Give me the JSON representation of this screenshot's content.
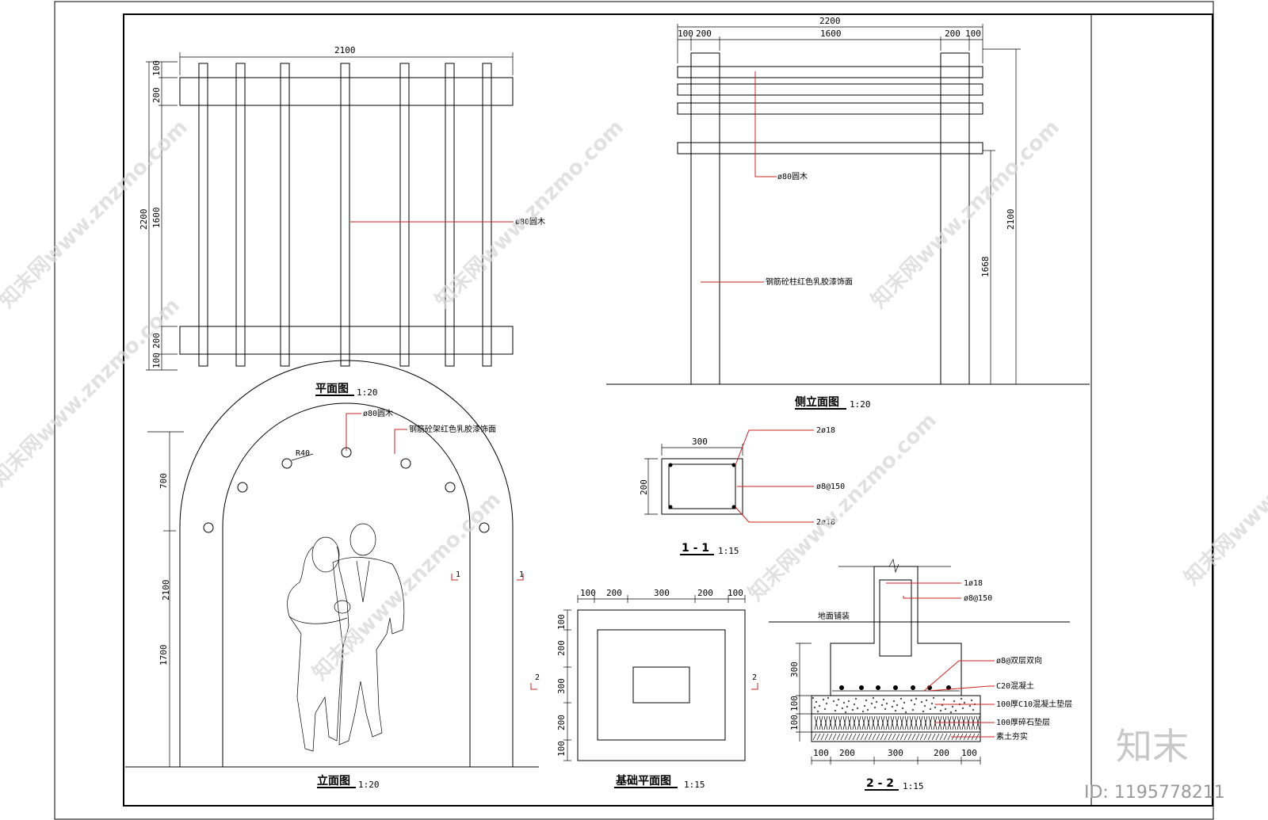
{
  "plan": {
    "title": "平面图",
    "scale": "1:20",
    "width_dim": "2100",
    "depth_dim": "2200",
    "dim_100a": "100",
    "dim_200a": "200",
    "dim_1600": "1600",
    "dim_200b": "200",
    "dim_100b": "100",
    "note": "ø80圆木"
  },
  "side": {
    "title": "侧立面图",
    "scale": "1:20",
    "total_dim": "2200",
    "dim_100a": "100",
    "dim_200a": "200",
    "dim_1600": "1600",
    "dim_200b": "200",
    "dim_100b": "100",
    "height_dim": "2100",
    "clear_dim": "1668",
    "note_timber": "ø80圆木",
    "note_column": "钢筋砼柱红色乳胶漆饰面"
  },
  "front": {
    "title": "立面图",
    "scale": "1:20",
    "height_dim": "2100",
    "dim_700": "700",
    "dim_1700": "1700",
    "note_timber": "ø80圆木",
    "note_frame": "钢筋砼架红色乳胶漆饰面",
    "radius_label": "R40",
    "section_mark_1": "1",
    "section_mark_2": "2"
  },
  "sec11": {
    "title": "1 - 1",
    "scale": "1:15",
    "width_dim": "300",
    "height_dim": "200",
    "top_bar": "2ø18",
    "stirrup": "ø8@150",
    "bottom_bar": "2ø18"
  },
  "fp": {
    "title": "基础平面图",
    "scale": "1:15",
    "d100a": "100",
    "d200a": "200",
    "d300": "300",
    "d200b": "200",
    "d100b": "100"
  },
  "sec22": {
    "title": "2 - 2",
    "scale": "1:15",
    "d300": "300",
    "d100a": "100",
    "d100b": "100",
    "b200a": "200",
    "b200b": "200",
    "ground": "地面铺装",
    "note_rebar": "1ø18",
    "note_stirrup": "ø8@150",
    "note_mesh": "ø8@双层双向",
    "note_concrete": "C20混凝土",
    "note_cushion": "100厚C10混凝土垫层",
    "note_gravel": "100厚碎石垫层",
    "note_soil": "素土夯实"
  },
  "watermark": {
    "text": "知末网www.znzmo.com"
  },
  "brand": {
    "logo": "知末",
    "id": "ID: 1195778211"
  }
}
